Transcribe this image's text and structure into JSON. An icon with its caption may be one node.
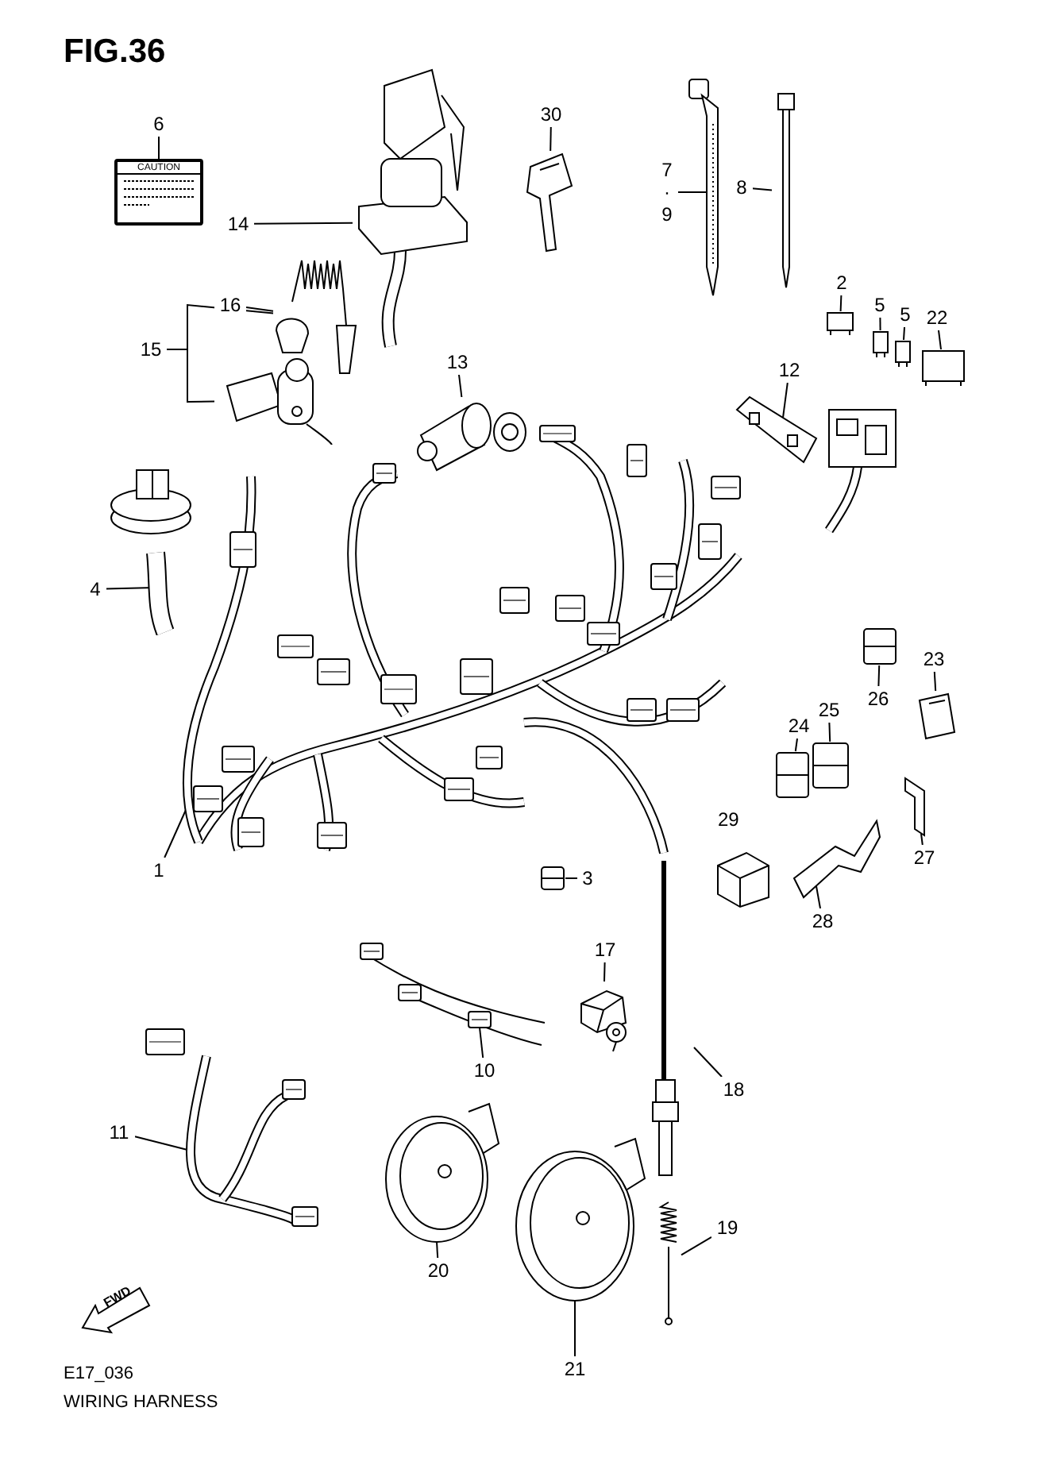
{
  "diagram": {
    "title": "FIG.36",
    "nodes": [
      {
        "text": [
          "6"
        ]
      },
      {
        "text": [
          "CAUTION"
        ]
      },
      {
        "text": [
          "30"
        ]
      },
      {
        "text": [],
        "shape": "picture"
      },
      {
        "text": [
          "7",
          "·",
          "9"
        ]
      },
      {
        "text": [],
        "shape": "picture"
      },
      {
        "text": [
          "8"
        ]
      },
      {
        "text": [],
        "shape": "picture"
      },
      {
        "text": [
          "14"
        ]
      },
      {
        "text": [],
        "shape": "picture"
      },
      {
        "text": [
          "16"
        ]
      },
      {
        "text": [],
        "shape": "picture"
      },
      {
        "text": [
          "15"
        ]
      },
      {
        "text": [],
        "shape": "picture"
      },
      {
        "text": [
          "13"
        ]
      },
      {
        "text": [],
        "shape": "picture"
      },
      {
        "text": [
          "2"
        ]
      },
      {
        "text": [],
        "shape": "picture"
      },
      {
        "text": [
          "5"
        ]
      },
      {
        "text": [],
        "shape": "picture"
      },
      {
        "text": [
          "5"
        ]
      },
      {
        "text": [],
        "shape": "picture"
      },
      {
        "text": [
          "22"
        ]
      },
      {
        "text": [],
        "shape": "picture"
      },
      {
        "text": [
          "12"
        ]
      },
      {
        "text": [],
        "shape": "picture"
      },
      {
        "text": [
          "4"
        ]
      },
      {
        "text": [],
        "shape": "picture"
      },
      {
        "text": [
          "1"
        ]
      },
      {
        "text": [],
        "shape": "picture"
      },
      {
        "text": [
          "26"
        ]
      },
      {
        "text": [],
        "shape": "picture"
      },
      {
        "text": [
          "23"
        ]
      },
      {
        "text": [],
        "shape": "picture"
      },
      {
        "text": [
          "25"
        ]
      },
      {
        "text": [],
        "shape": "picture"
      },
      {
        "text": [
          "24"
        ]
      },
      {
        "text": [],
        "shape": "picture"
      },
      {
        "text": [
          "3"
        ]
      },
      {
        "text": [],
        "shape": "picture"
      },
      {
        "text": [
          "27"
        ]
      },
      {
        "text": [],
        "shape": "picture"
      },
      {
        "text": [
          "28"
        ]
      },
      {
        "text": [],
        "shape": "picture"
      },
      {
        "text": [
          "17"
        ]
      },
      {
        "text": [],
        "shape": "picture"
      },
      {
        "text": [
          "10"
        ]
      },
      {
        "text": [],
        "shape": "picture"
      },
      {
        "text": [
          "18"
        ]
      },
      {
        "text": [],
        "shape": "picture"
      },
      {
        "text": [
          "11"
        ]
      },
      {
        "text": [],
        "shape": "picture"
      },
      {
        "text": [
          "19"
        ]
      },
      {
        "text": [],
        "shape": "picture"
      },
      {
        "text": [
          "20"
        ]
      },
      {
        "text": [],
        "shape": "picture"
      },
      {
        "text": [
          "21"
        ]
      },
      {
        "text": [],
        "shape": "picture"
      }
    ],
    "edges": [
      {
        "from": 0,
        "to": 1,
        "arrow": "none"
      },
      {
        "from": 2,
        "to": 3,
        "arrow": "none"
      },
      {
        "from": 4,
        "to": 5,
        "arrow": "none"
      },
      {
        "from": 6,
        "to": 7,
        "arrow": "none"
      },
      {
        "from": 8,
        "to": 9,
        "arrow": "none"
      },
      {
        "from": 10,
        "to": 11,
        "arrow": "none"
      },
      {
        "from": 12,
        "to": 11,
        "arrow": "none"
      },
      {
        "from": 12,
        "to": 13,
        "arrow": "none"
      },
      {
        "from": 14,
        "to": 15,
        "arrow": "none"
      },
      {
        "from": 16,
        "to": 17,
        "arrow": "none"
      },
      {
        "from": 18,
        "to": 19,
        "arrow": "none"
      },
      {
        "from": 20,
        "to": 21,
        "arrow": "none"
      },
      {
        "from": 22,
        "to": 23,
        "arrow": "none"
      },
      {
        "from": 24,
        "to": 25,
        "arrow": "none"
      },
      {
        "from": 26,
        "to": 27,
        "arrow": "none"
      },
      {
        "from": 28,
        "to": 29,
        "arrow": "none"
      },
      {
        "from": 30,
        "to": 31,
        "arrow": "none"
      },
      {
        "from": 32,
        "to": 33,
        "arrow": "none"
      },
      {
        "from": 34,
        "to": 35,
        "arrow": "none"
      },
      {
        "from": 36,
        "to": 37,
        "arrow": "none"
      },
      {
        "from": 38,
        "to": 39,
        "arrow": "none"
      },
      {
        "from": 40,
        "to": 41,
        "arrow": "none"
      },
      {
        "from": 42,
        "to": 43,
        "arrow": "none"
      },
      {
        "from": 44,
        "to": 45,
        "arrow": "none"
      },
      {
        "from": 46,
        "to": 47,
        "arrow": "none"
      },
      {
        "from": 48,
        "to": 49,
        "arrow": "none"
      },
      {
        "from": 50,
        "to": 51,
        "arrow": "none"
      },
      {
        "from": 52,
        "to": 53,
        "arrow": "none"
      },
      {
        "from": 54,
        "to": 55,
        "arrow": "none"
      },
      {
        "from": 56,
        "to": 57,
        "arrow": "none"
      }
    ],
    "labels": [
      "29",
      "FWD",
      "E17_036",
      "WIRING HARNESS"
    ]
  }
}
